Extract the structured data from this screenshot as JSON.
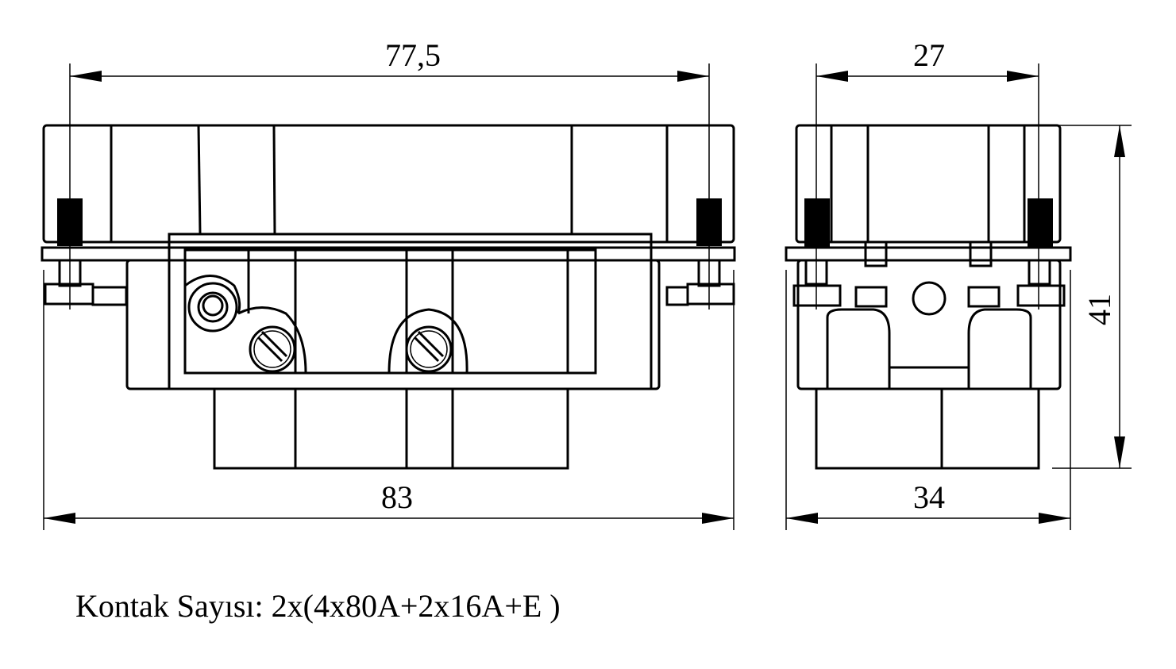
{
  "dimensions": {
    "front_top_width": "77,5",
    "front_overall_width": "83",
    "side_top_width": "27",
    "side_overall_width": "34",
    "height": "41"
  },
  "caption": "Kontak Sayısı: 2x(4x80A+2x16A+E )"
}
